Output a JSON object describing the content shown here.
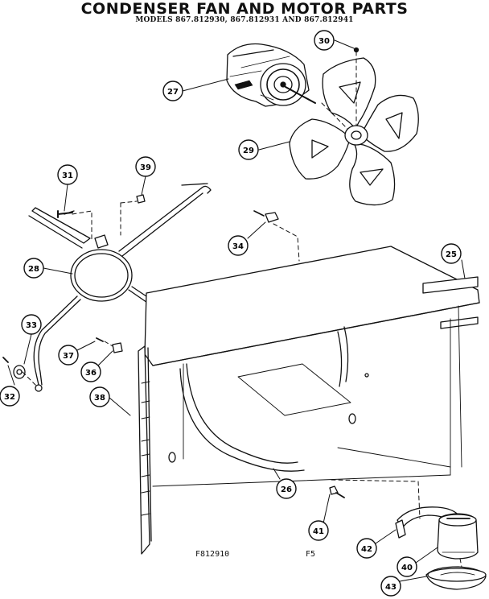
{
  "title": "CONDENSER FAN AND MOTOR PARTS",
  "subtitle": "MODELS 867.812930, 867.812931 AND 867.812941",
  "footer": {
    "figure_code": "F812910",
    "page_code": "F5"
  },
  "callouts": [
    {
      "id": "25",
      "label": "25",
      "part": "blower-panel"
    },
    {
      "id": "26",
      "label": "26",
      "part": "fan-shroud-outline"
    },
    {
      "id": "27",
      "label": "27",
      "part": "fan-motor"
    },
    {
      "id": "28",
      "label": "28",
      "part": "motor-mount-ring"
    },
    {
      "id": "29",
      "label": "29",
      "part": "fan-blade"
    },
    {
      "id": "30",
      "label": "30",
      "part": "blade-hub-nut"
    },
    {
      "id": "31",
      "label": "31",
      "part": "mount-screw"
    },
    {
      "id": "32",
      "label": "32",
      "part": "grommet-screw"
    },
    {
      "id": "33",
      "label": "33",
      "part": "grommet"
    },
    {
      "id": "34",
      "label": "34",
      "part": "clip-nut"
    },
    {
      "id": "36",
      "label": "36",
      "part": "shroud-clip"
    },
    {
      "id": "37",
      "label": "37",
      "part": "shroud-screw"
    },
    {
      "id": "38",
      "label": "38",
      "part": "shroud"
    },
    {
      "id": "39",
      "label": "39",
      "part": "mount-nut"
    },
    {
      "id": "40",
      "label": "40",
      "part": "capacitor"
    },
    {
      "id": "41",
      "label": "41",
      "part": "capacitor-strap"
    },
    {
      "id": "42",
      "label": "42",
      "part": "capacitor-screw"
    },
    {
      "id": "43",
      "label": "43",
      "part": "capacitor-boot"
    }
  ]
}
